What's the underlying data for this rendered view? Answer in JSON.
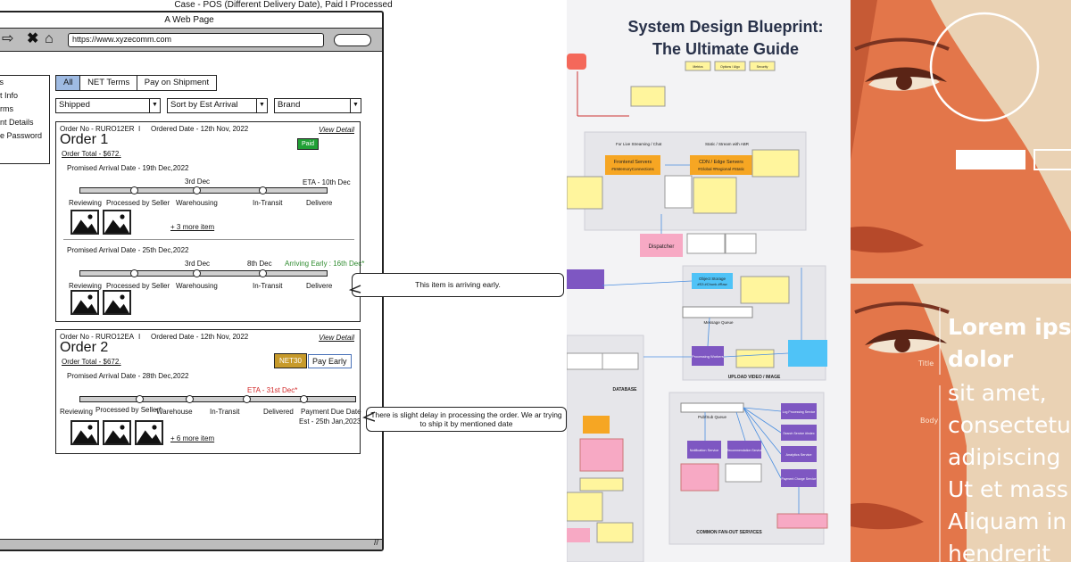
{
  "wireframe": {
    "case_title": "Case - POS (Different Delivery Date), Paid I Processed",
    "window_title": "A Web Page",
    "url": "https://www.xyzecomm.com",
    "sidebar": [
      "ss",
      "nt Info",
      "erms",
      "ent Details",
      "ge Password"
    ],
    "tabs": [
      "All",
      "NET Terms",
      "Pay on Shipment"
    ],
    "filters": [
      "Shipped",
      "Sort by Est Arrival",
      "Brand"
    ],
    "order1": {
      "number": "Order No - RURO12ER",
      "sep": "I",
      "date": "Ordered Date - 12th Nov, 2022",
      "view": "View Detail",
      "title": "Order 1",
      "status": "Paid",
      "total": "Order Total - $672.",
      "shipment1": {
        "promised": "Promised Arrival Date - 19th Dec,2022",
        "date_marker": "3rd Dec",
        "eta": "ETA - 10th Dec",
        "steps": [
          "Reviewing",
          "Processed by Seller",
          "Warehousing",
          "In-Transit",
          "Delivere"
        ],
        "more": "+ 3 more item"
      },
      "shipment2": {
        "promised": "Promised Arrival Date - 25th Dec,2022",
        "date_marker1": "3rd Dec",
        "date_marker2": "8th Dec",
        "eta": "Arriving Early : 16th Dec*",
        "steps": [
          "Reviewing",
          "Processed by Seller",
          "Warehousing",
          "In-Transit",
          "Delivere"
        ]
      }
    },
    "order2": {
      "number": "Order No - RURO12EA",
      "sep": "I",
      "date": "Ordered Date - 12th Nov, 2022",
      "view": "View Detail",
      "title": "Order 2",
      "badge": "NET30",
      "pay_button": "Pay Early",
      "total": "Order Total - $672.",
      "promised": "Promised Arrival Date - 28th Dec,2022",
      "eta": "ETA - 31st Dec*",
      "steps": [
        "Reviewing",
        "Processed by Seller*",
        "Warehouse",
        "In-Transit",
        "Delivered",
        "Payment Due Date"
      ],
      "due": "Est - 25th Jan,2023",
      "more": "+ 6 more item"
    },
    "callout_early": "This item is arriving early.",
    "callout_delay": "There is slight delay in processing the order. We ar trying to ship it by mentioned date",
    "colors": {
      "active_tab": "#9fbbe3",
      "paid": "#21a035",
      "net30": "#c79a2a",
      "eta_late": "#d22a2a",
      "eta_early": "#2e8b2e"
    }
  },
  "blueprint": {
    "title_line1": "System Design Blueprint:",
    "title_line2": "The Ultimate Guide",
    "legend": [
      "Metrics",
      "Options / Algo",
      "Security"
    ],
    "labels": {
      "frontend": "Frontend Servers",
      "frontend_sub": "#InMemoryConnections",
      "cdn": "CDN / Edge Servers",
      "cdn_sub": "#Global #Regional #Static",
      "dispatcher": "Dispatcher",
      "object_storage": "Object Storage",
      "object_sub": "#S3 #Chunk #Raw",
      "processing": "Processing Workers",
      "upload": "UPLOAD VIDEO / IMAGE",
      "database": "DATABASE",
      "fanout": "COMMON FAN-OUT SERVICES",
      "notification": "Notification Service",
      "recommendation": "Recommendation Service",
      "log": "Log Processing Service",
      "search": "Search Service #Index",
      "analytics": "Analytics Service",
      "payment": "Payment Charge Service",
      "live": "For Live Streaming / Chat",
      "static": "Static / Stream with ABR",
      "queue": "Message Queue",
      "pubsub": "Pub/Sub Queue"
    },
    "colors": {
      "orange": "#f6a623",
      "purple": "#7e57c2",
      "cyan": "#4fc3f7",
      "pink": "#f7a9c4",
      "red": "#f4685a",
      "yellow": "#fff59d",
      "title": "#283149"
    }
  },
  "art": {
    "title_label": "Title",
    "body_label": "Body",
    "title_text": [
      "Lorem ips",
      "dolor"
    ],
    "body_text": [
      "sit amet,",
      "consectetu",
      "adipiscing",
      "Ut et mass",
      "Aliquam in",
      "hendrerit"
    ],
    "colors": {
      "skin": "#e3764a",
      "dark": "#7a3321",
      "bg": "#ead2b4"
    }
  }
}
